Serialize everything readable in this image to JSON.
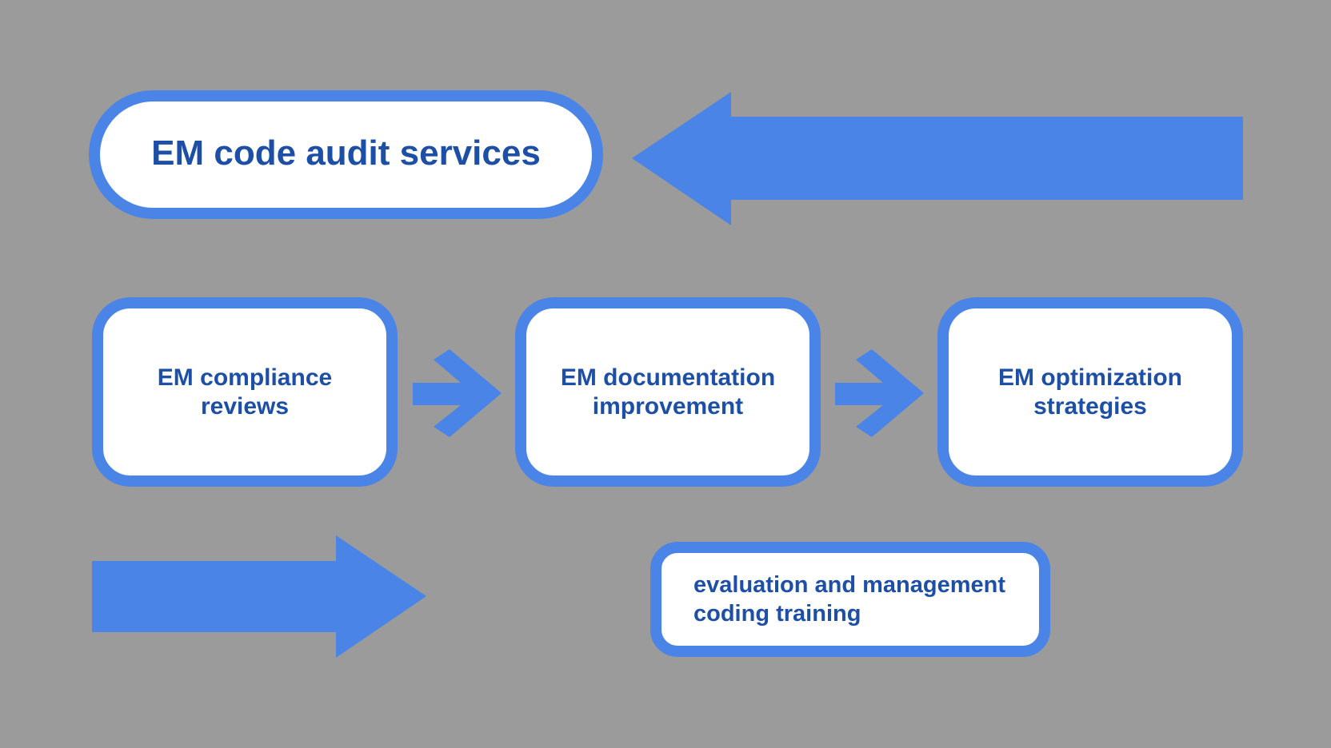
{
  "diagram": {
    "title_node": {
      "label": "EM code audit services"
    },
    "steps": [
      {
        "label": "EM compliance\nreviews"
      },
      {
        "label": "EM documentation\nimprovement"
      },
      {
        "label": "EM optimization\nstrategies"
      }
    ],
    "training_node": {
      "label": "evaluation and management\ncoding training"
    }
  },
  "colors": {
    "background": "#9b9b9b",
    "accent_blue": "#4a84e6",
    "node_fill": "#ffffff",
    "text": "#1d4fa6"
  },
  "icons": {
    "top_arrow": "large-left-arrow-icon",
    "step_arrows": "right-arrow-icon",
    "bottom_arrow": "large-right-arrow-icon"
  }
}
